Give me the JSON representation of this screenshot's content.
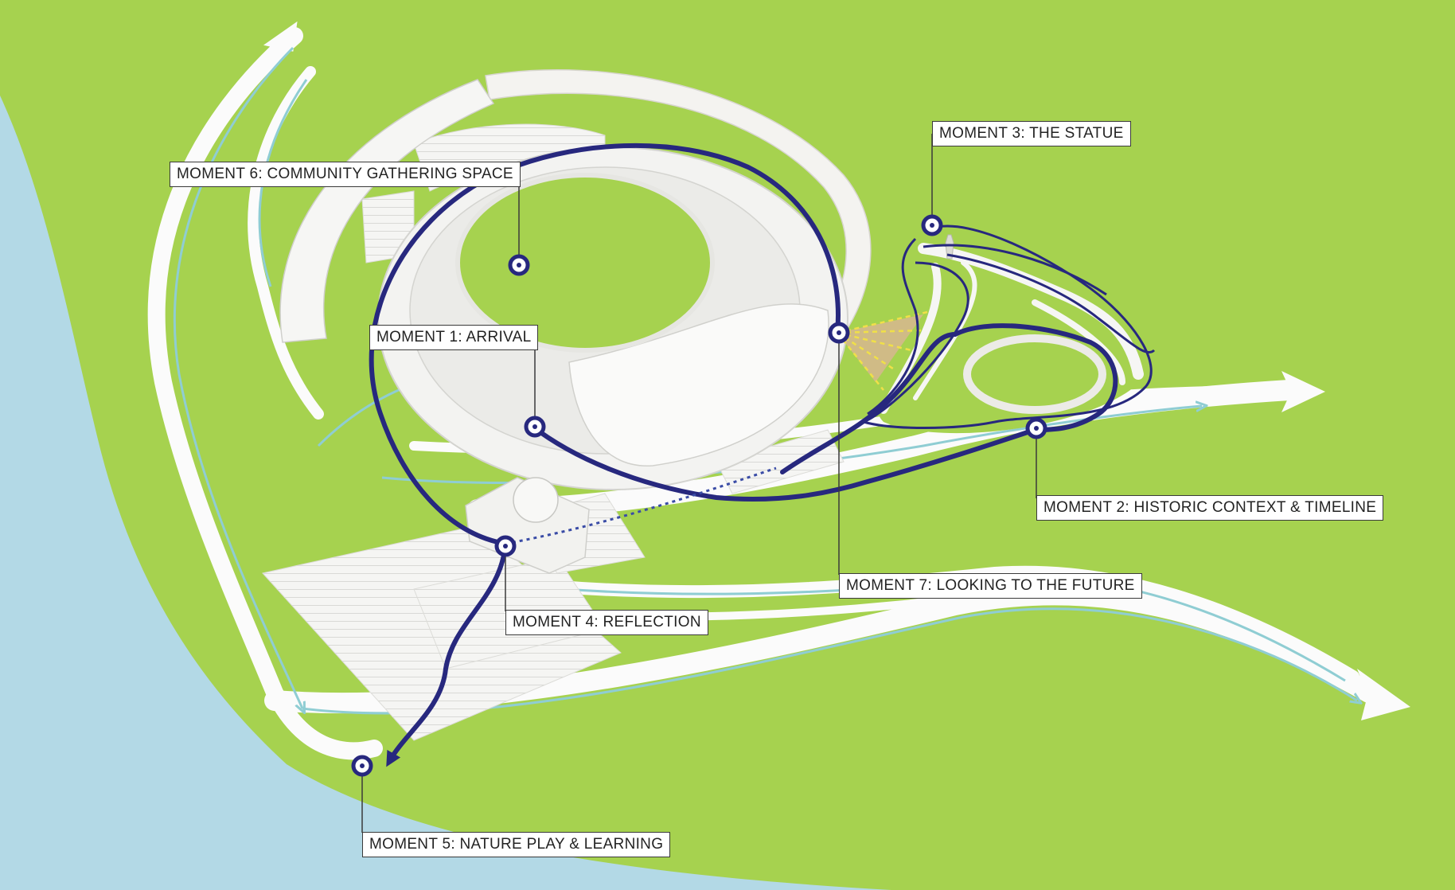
{
  "colors": {
    "grass": "#a6d24f",
    "water": "#b3d9e6",
    "path": "#fbfbfb",
    "structure": "#f3f3f1",
    "route": "#27287e",
    "secondary_route": "#8fcdd3",
    "sightline": "#f2a8b4",
    "sight_arrows": "#f0e048"
  },
  "icons": {
    "moment_marker": "ring-marker-icon",
    "direction_arrow": "arrow-icon",
    "statue": "statue-icon"
  },
  "moments": [
    {
      "id": "m1",
      "label": "MOMENT 1: ARRIVAL"
    },
    {
      "id": "m2",
      "label": "MOMENT 2: HISTORIC CONTEXT & TIMELINE"
    },
    {
      "id": "m3",
      "label": "MOMENT 3: THE STATUE"
    },
    {
      "id": "m4",
      "label": "MOMENT 4: REFLECTION"
    },
    {
      "id": "m5",
      "label": "MOMENT 5: NATURE PLAY & LEARNING"
    },
    {
      "id": "m6",
      "label": "MOMENT 6: COMMUNITY GATHERING SPACE"
    },
    {
      "id": "m7",
      "label": "MOMENT 7: LOOKING TO THE FUTURE"
    }
  ]
}
